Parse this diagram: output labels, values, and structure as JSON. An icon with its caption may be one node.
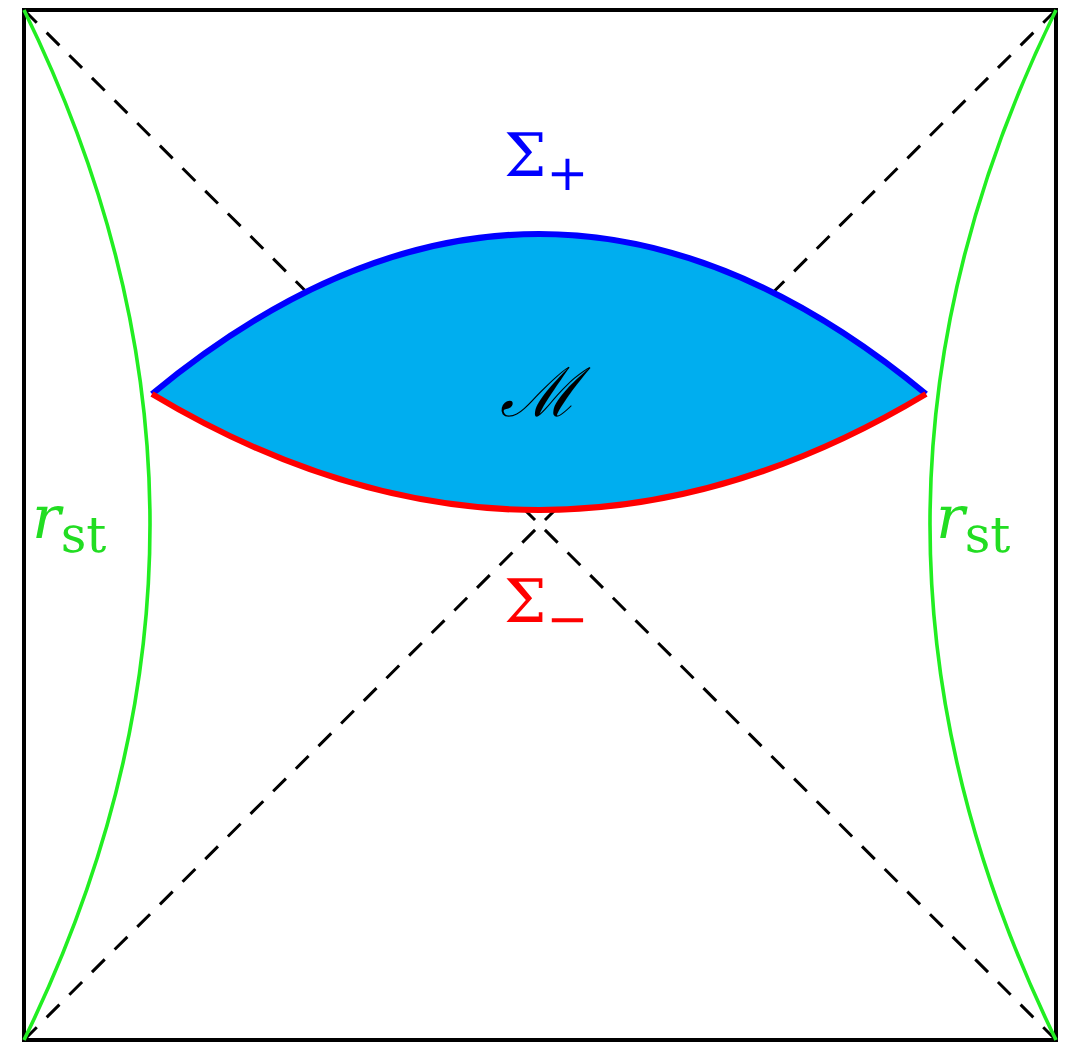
{
  "diagram": {
    "nodes": [
      {
        "text": [
          "ℳ"
        ]
      }
    ],
    "labels": [
      "Σ$_{+}$",
      "Σ$_{−}$",
      "*r*$_{st}$",
      "*r*$_{st}$"
    ]
  }
}
